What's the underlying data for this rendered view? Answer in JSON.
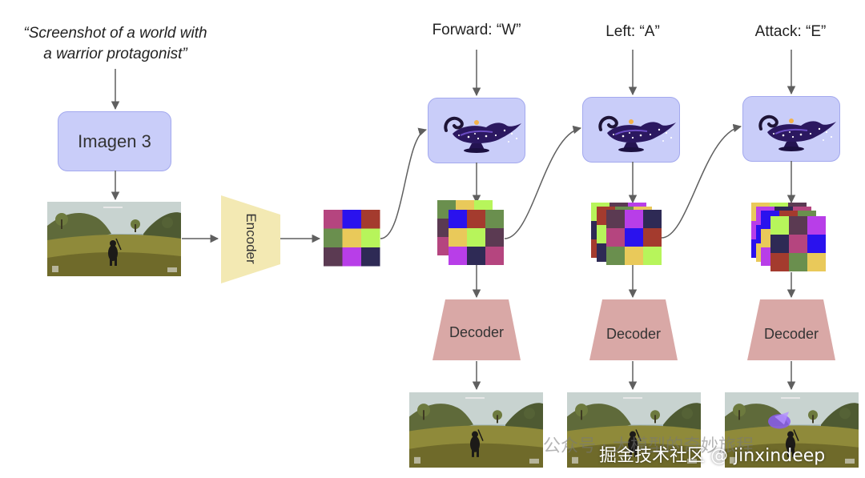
{
  "prompt": {
    "line1": "“Screenshot of a world with",
    "line2": "a warrior protagonist”"
  },
  "imagen_label": "Imagen 3",
  "encoder_label": "Encoder",
  "decoder_label": "Decoder",
  "actions": [
    {
      "label": "Forward: “W”"
    },
    {
      "label": "Left: “A”"
    },
    {
      "label": "Attack: “E”"
    }
  ],
  "watermark": {
    "faint": "公众号 · 大模型的奇妙旅程",
    "main": "掘金技术社区 @ jinxindeep"
  },
  "colors": {
    "model_box": "#c9cdf9",
    "encoder": "#f3e9b3",
    "decoder": "#d9a8a6",
    "arrow": "#5f5f5f"
  },
  "latent_palette": [
    "#b5457f",
    "#2a12ee",
    "#a43b2e",
    "#6a8f4e",
    "#e9c95a",
    "#b7f55b",
    "#5b3a52",
    "#b83ee8",
    "#2e2a55"
  ]
}
